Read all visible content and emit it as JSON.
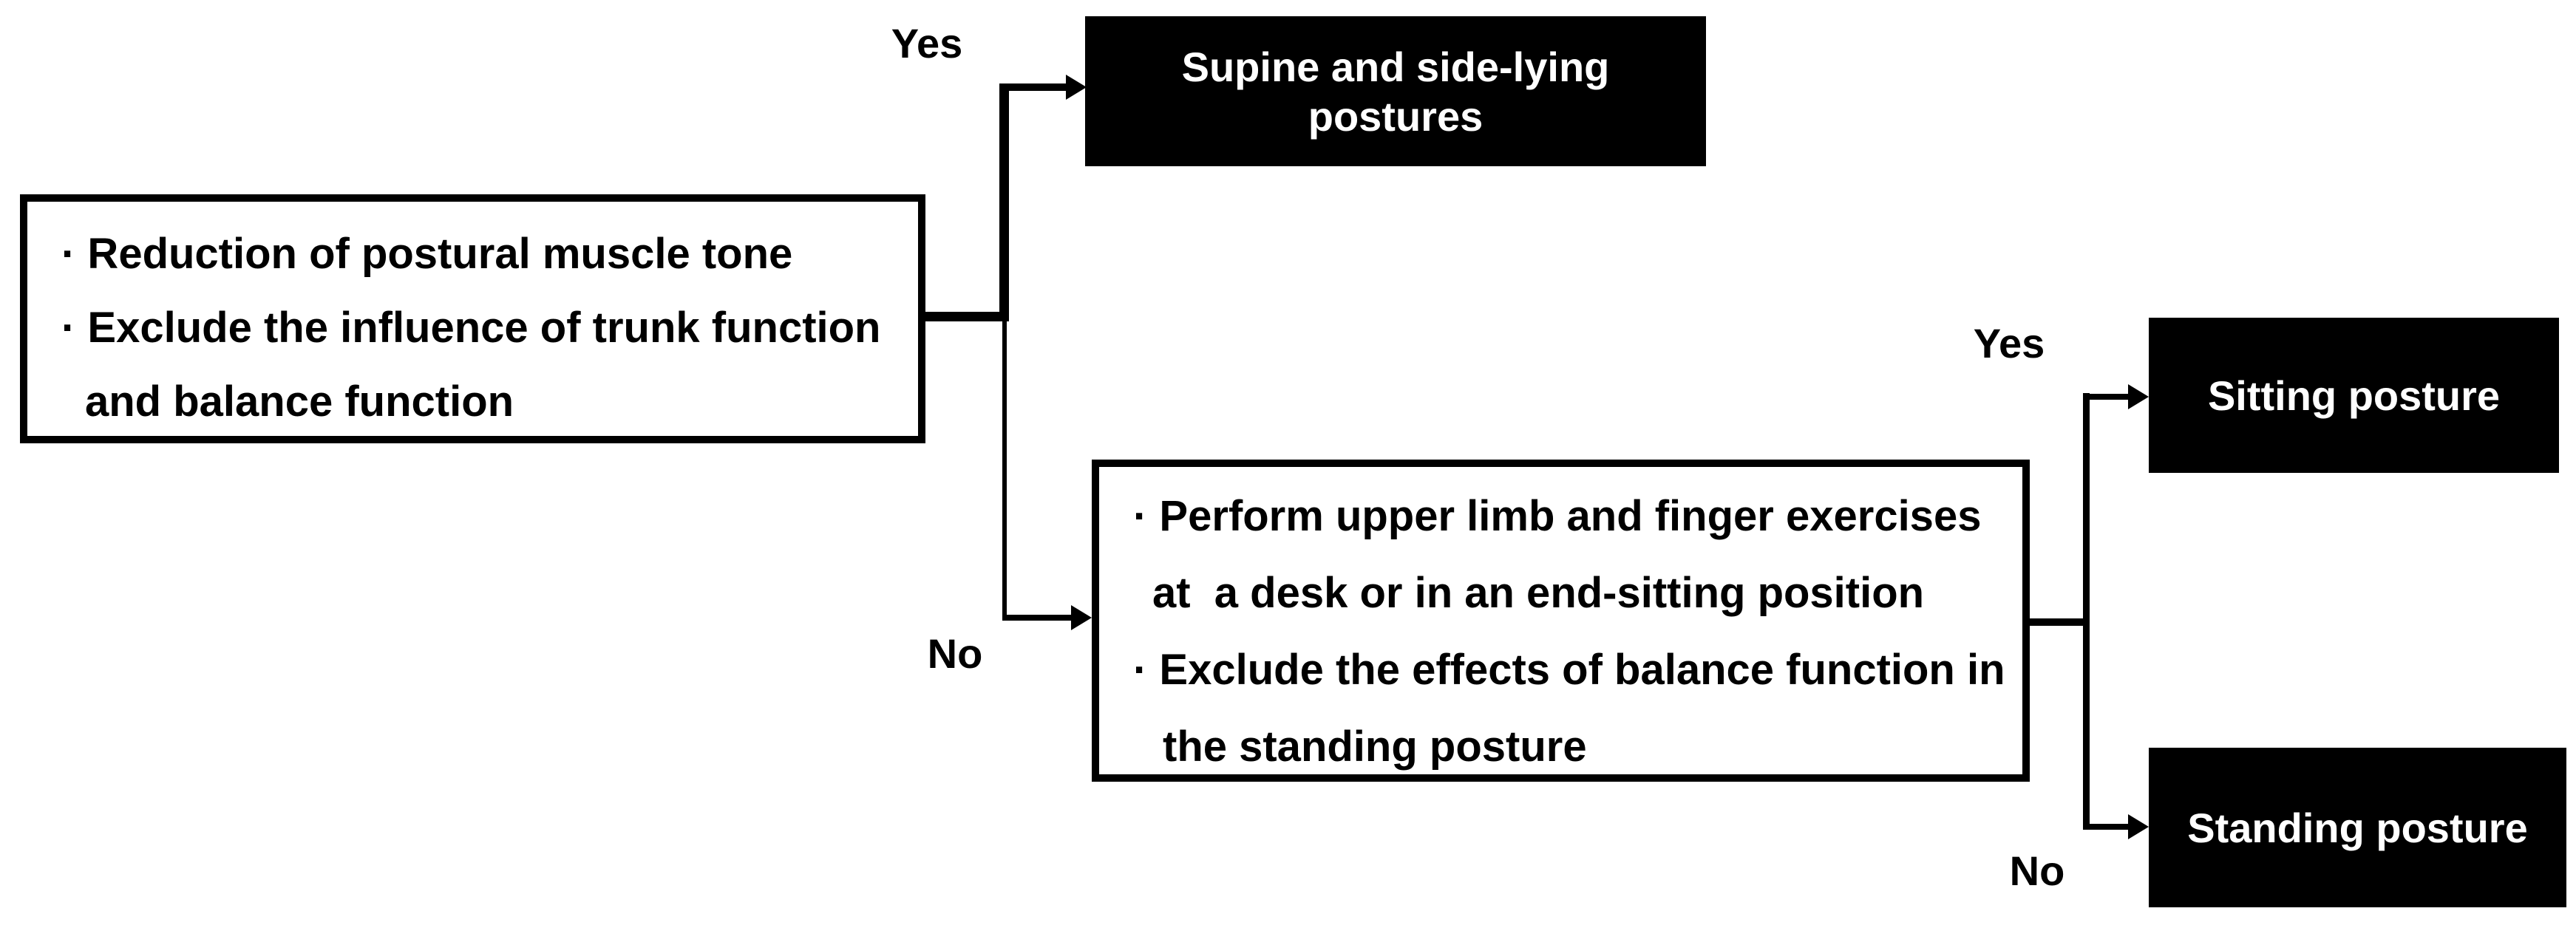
{
  "colors": {
    "background": "#ffffff",
    "box_fill": "#000000",
    "box_text": "#ffffff",
    "condition_box_fill": "#ffffff",
    "condition_box_border": "#000000",
    "line": "#000000",
    "text": "#000000"
  },
  "labels": {
    "branch1_yes": "Yes",
    "branch1_no": "No",
    "branch2_yes": "Yes",
    "branch2_no": "No"
  },
  "boxes": {
    "condition1": {
      "lines": [
        "· Reduction of postural muscle tone",
        "· Exclude the influence of trunk function",
        "and balance function"
      ]
    },
    "supine": {
      "lines": [
        "Supine and side-lying",
        "postures"
      ]
    },
    "condition2": {
      "lines": [
        "· Perform upper limb and finger exercises",
        "at  a desk or in an end-sitting position",
        "· Exclude the effects of balance function in",
        "the standing posture"
      ]
    },
    "sitting": {
      "label": "Sitting posture"
    },
    "standing": {
      "label": "Standing posture"
    }
  }
}
